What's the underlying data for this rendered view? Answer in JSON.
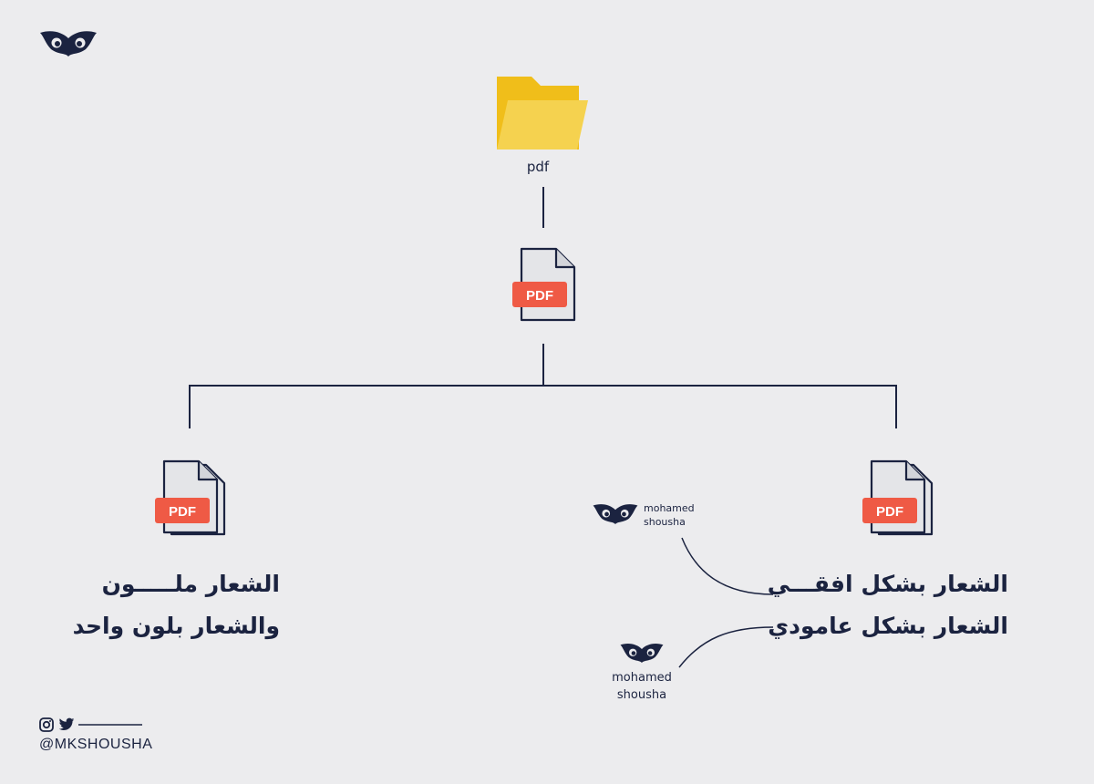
{
  "brand": {
    "handle": "@MKSHOUSHA",
    "logo_icon": "owl-eyes-icon",
    "social_icons": [
      "instagram-icon",
      "twitter-icon"
    ]
  },
  "root": {
    "label": "pdf",
    "icon": "folder-icon"
  },
  "center_file": {
    "badge": "PDF",
    "icon": "pdf-file-icon"
  },
  "left_branch": {
    "badge": "PDF",
    "line1": "الشعار ملـــــون",
    "line2": "والشعار بلون واحد"
  },
  "right_branch": {
    "badge": "PDF",
    "line1": "الشعار بشكل افقـــي",
    "line2": "الشعار بشكل عامودي"
  },
  "horizontal_logo_example": {
    "line1": "mohamed",
    "line2": "shousha"
  },
  "vertical_logo_example": {
    "line1": "mohamed",
    "line2": "shousha"
  },
  "colors": {
    "background": "#ececee",
    "navy": "#1b2340",
    "pdf_red": "#ef5a45",
    "folder_back": "#f0be1a",
    "folder_front": "#f5d24f",
    "file_body": "#e4e5e8"
  }
}
